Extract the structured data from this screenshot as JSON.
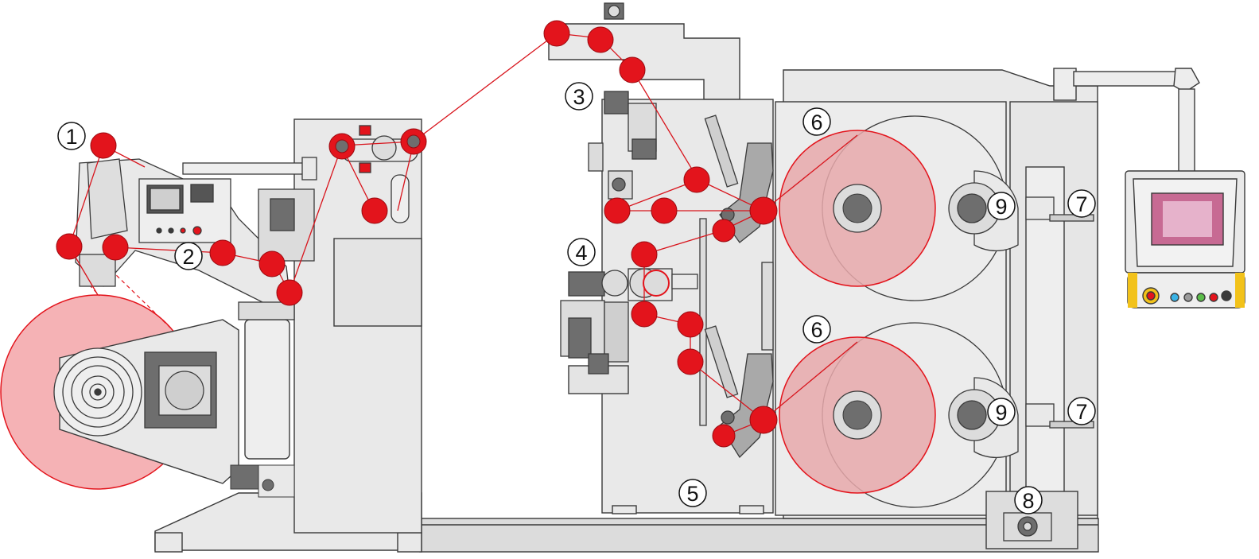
{
  "colors": {
    "machine_fill": "#e9e9e9",
    "machine_stroke": "#3a3a3a",
    "roller_red": "#e3141c",
    "web_line": "#d8141c",
    "roll_pink": "#f5b2b5",
    "roll_outline": "#e3141c",
    "dark_part": "#6e6e6e",
    "screen_pink": "#c76a93"
  },
  "callouts": {
    "c1": "1",
    "c2": "2",
    "c3": "3",
    "c4": "4",
    "c5": "5",
    "c6_upper": "6",
    "c6_lower": "6",
    "c7_upper": "7",
    "c7_lower": "7",
    "c8": "8",
    "c9_upper": "9",
    "c9_lower": "9"
  },
  "control_panel_icons": [
    "emergency-stop-icon",
    "cyan-button-icon",
    "grey-button-icon",
    "green-button-icon",
    "red-button-icon",
    "black-button-icon"
  ]
}
